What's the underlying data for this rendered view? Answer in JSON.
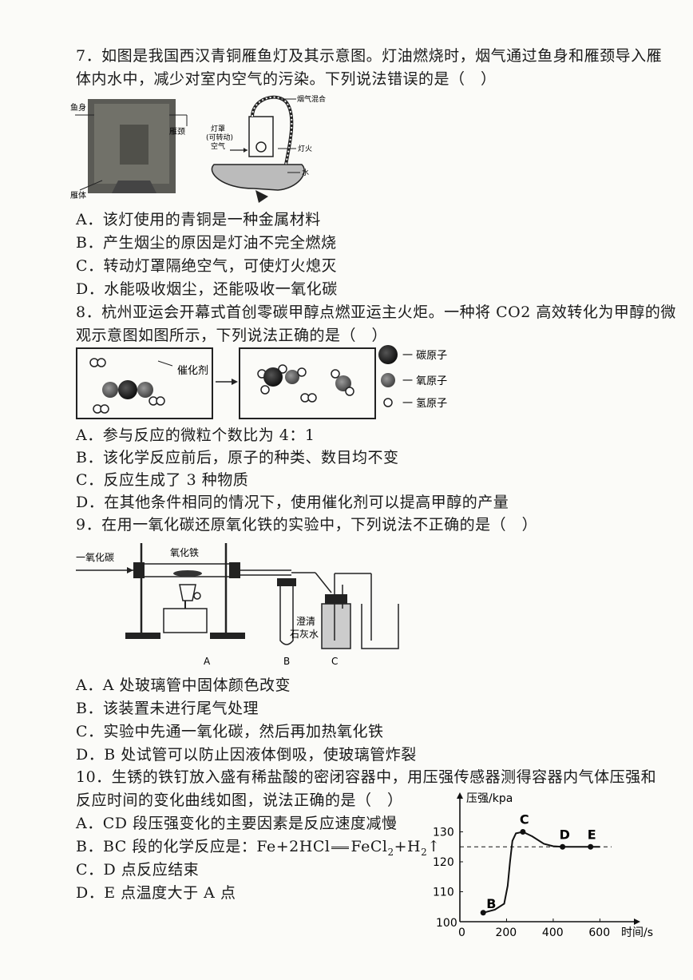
{
  "q7": {
    "stem_line1": "7．如图是我国西汉青铜雁鱼灯及其示意图。灯油燃烧时，烟气通过鱼身和雁颈导入雁",
    "stem_line2": "体内水中，减少对室内空气的污染。下列说法错误的是（　）",
    "fig_labels": {
      "fish": "鱼身",
      "goose_neck": "雁颈",
      "goose_body": "雁体",
      "smoke": "烟气混合物",
      "shade": "灯罩",
      "rotatable": "(可转动)",
      "air": "空气",
      "flame": "灯火",
      "water": "水"
    },
    "options": [
      "A．该灯使用的青铜是一种金属材料",
      "B．产生烟尘的原因是灯油不完全燃烧",
      "C．转动灯罩隔绝空气，可使灯火熄灭",
      "D．水能吸收烟尘，还能吸收一氧化碳"
    ]
  },
  "q8": {
    "stem_line1": "8．杭州亚运会开幕式首创零碳甲醇点燃亚运主火炬。一种将 CO2 高效转化为甲醇的微",
    "stem_line2": "观示意图如图所示，下列说法正确的是（　）",
    "catalyst": "催化剂",
    "legend": [
      "一 碳原子",
      "一 氧原子",
      "一 氢原子"
    ],
    "options": [
      "A．参与反应的微粒个数比为 4：1",
      "B．该化学反应前后，原子的种类、数目均不变",
      "C．反应生成了 3 种物质",
      "D．在其他条件相同的情况下，使用催化剂可以提高甲醇的产量"
    ]
  },
  "q9": {
    "stem": "9．在用一氧化碳还原氧化铁的实验中，下列说法不正确的是（　）",
    "fig_labels": {
      "co": "一氧化碳",
      "fe2o3": "氧化铁",
      "limewater1": "澄清",
      "limewater2": "石灰水",
      "A": "A",
      "B": "B",
      "C": "C"
    },
    "options": [
      "A．A 处玻璃管中固体颜色改变",
      "B．该装置未进行尾气处理",
      "C．实验中先通一氧化碳，然后再加热氧化铁",
      "D．B 处试管可以防止因液体倒吸，使玻璃管炸裂"
    ]
  },
  "q10": {
    "stem_line1": "10．生锈的铁钉放入盛有稀盐酸的密闭容器中，用压强传感器测得容器内气体压强和",
    "stem_line2": "反应时间的变化曲线如图，说法正确的是（　）",
    "options": {
      "A": "A．CD 段压强变化的主要因素是反应速度减慢",
      "B_prefix": "B．BC 段的化学反应是：Fe+2HCl",
      "B_mid": "FeCl",
      "B_sub2": "2",
      "B_h": "+H",
      "B_sub3": "2",
      "B_suffix": "↑",
      "C": "C．D 点反应结束",
      "D": "D．E 点温度大于 A 点"
    }
  },
  "chart_data": {
    "type": "line",
    "ylabel": "压强/kpa",
    "xlabel": "时间/s",
    "ylim": [
      100,
      140
    ],
    "xlim": [
      0,
      650
    ],
    "x_ticks": [
      "0",
      "200",
      "400",
      "600"
    ],
    "y_ticks": [
      "110",
      "120",
      "130"
    ],
    "y_origin_label": "100",
    "dashed_level": 125,
    "points": [
      {
        "label": "B",
        "x": 100,
        "y": 103
      },
      {
        "label": "C",
        "x": 270,
        "y": 130
      },
      {
        "label": "D",
        "x": 440,
        "y": 125
      },
      {
        "label": "E",
        "x": 560,
        "y": 125
      }
    ],
    "curve": [
      [
        100,
        103
      ],
      [
        150,
        104
      ],
      [
        190,
        106
      ],
      [
        205,
        112
      ],
      [
        215,
        120
      ],
      [
        225,
        127
      ],
      [
        240,
        129.5
      ],
      [
        270,
        130
      ],
      [
        310,
        128.5
      ],
      [
        360,
        126
      ],
      [
        400,
        125.2
      ],
      [
        440,
        125
      ],
      [
        500,
        125
      ],
      [
        560,
        125
      ],
      [
        600,
        125
      ]
    ]
  }
}
